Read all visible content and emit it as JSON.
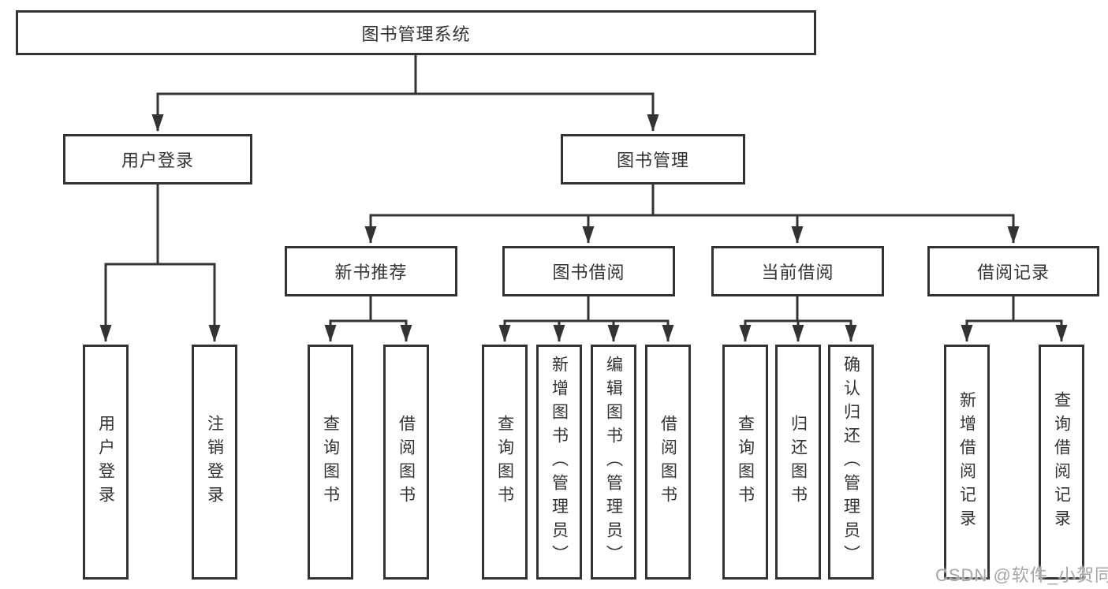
{
  "nodes": {
    "root": "图书管理系统",
    "user_login": "用户登录",
    "book_mgmt": "图书管理",
    "new_books": "新书推荐",
    "book_borrow": "图书借阅",
    "current_borrow": "当前借阅",
    "borrow_records": "借阅记录",
    "g1": [
      "用户登录",
      "注销登录"
    ],
    "g2": [
      "查询图书",
      "借阅图书"
    ],
    "g3": [
      "查询图书",
      "新增图书（管理员）",
      "编辑图书（管理员）",
      "借阅图书"
    ],
    "g4": [
      "查询图书",
      "归还图书",
      "确认归还（管理员）"
    ],
    "g5": [
      "新增借阅记录",
      "查询借阅记录"
    ]
  },
  "watermark": "CSDN @软件_小贺同学",
  "colors": {
    "line": "#333333",
    "box_border": "#333333",
    "text": "#333333",
    "watermark": "#a6a6a6",
    "background": "#ffffff"
  }
}
